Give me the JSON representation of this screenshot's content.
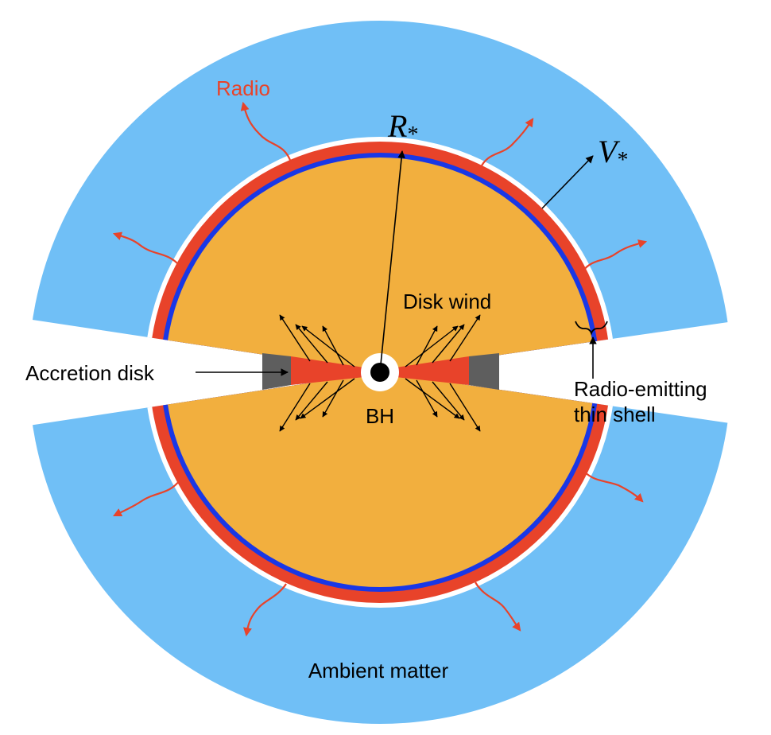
{
  "labels": {
    "radio": "Radio",
    "r_star": "R",
    "r_star_sub": "*",
    "v_star": "V",
    "v_star_sub": "*",
    "disk_wind": "Disk wind",
    "accretion_disk": "Accretion disk",
    "bh": "BH",
    "radio_shell_line1": "Radio-emitting",
    "radio_shell_line2": "thin shell",
    "ambient": "Ambient matter"
  },
  "colors": {
    "ambient": "#70bff6",
    "wind": "#f2af3e",
    "shell_red": "#e8432a",
    "shell_blue": "#1937e6",
    "disk_red": "#e8432a",
    "disk_gray": "#5e5e5e",
    "arrow": "#000000",
    "radio_arrow": "#e8432a"
  }
}
